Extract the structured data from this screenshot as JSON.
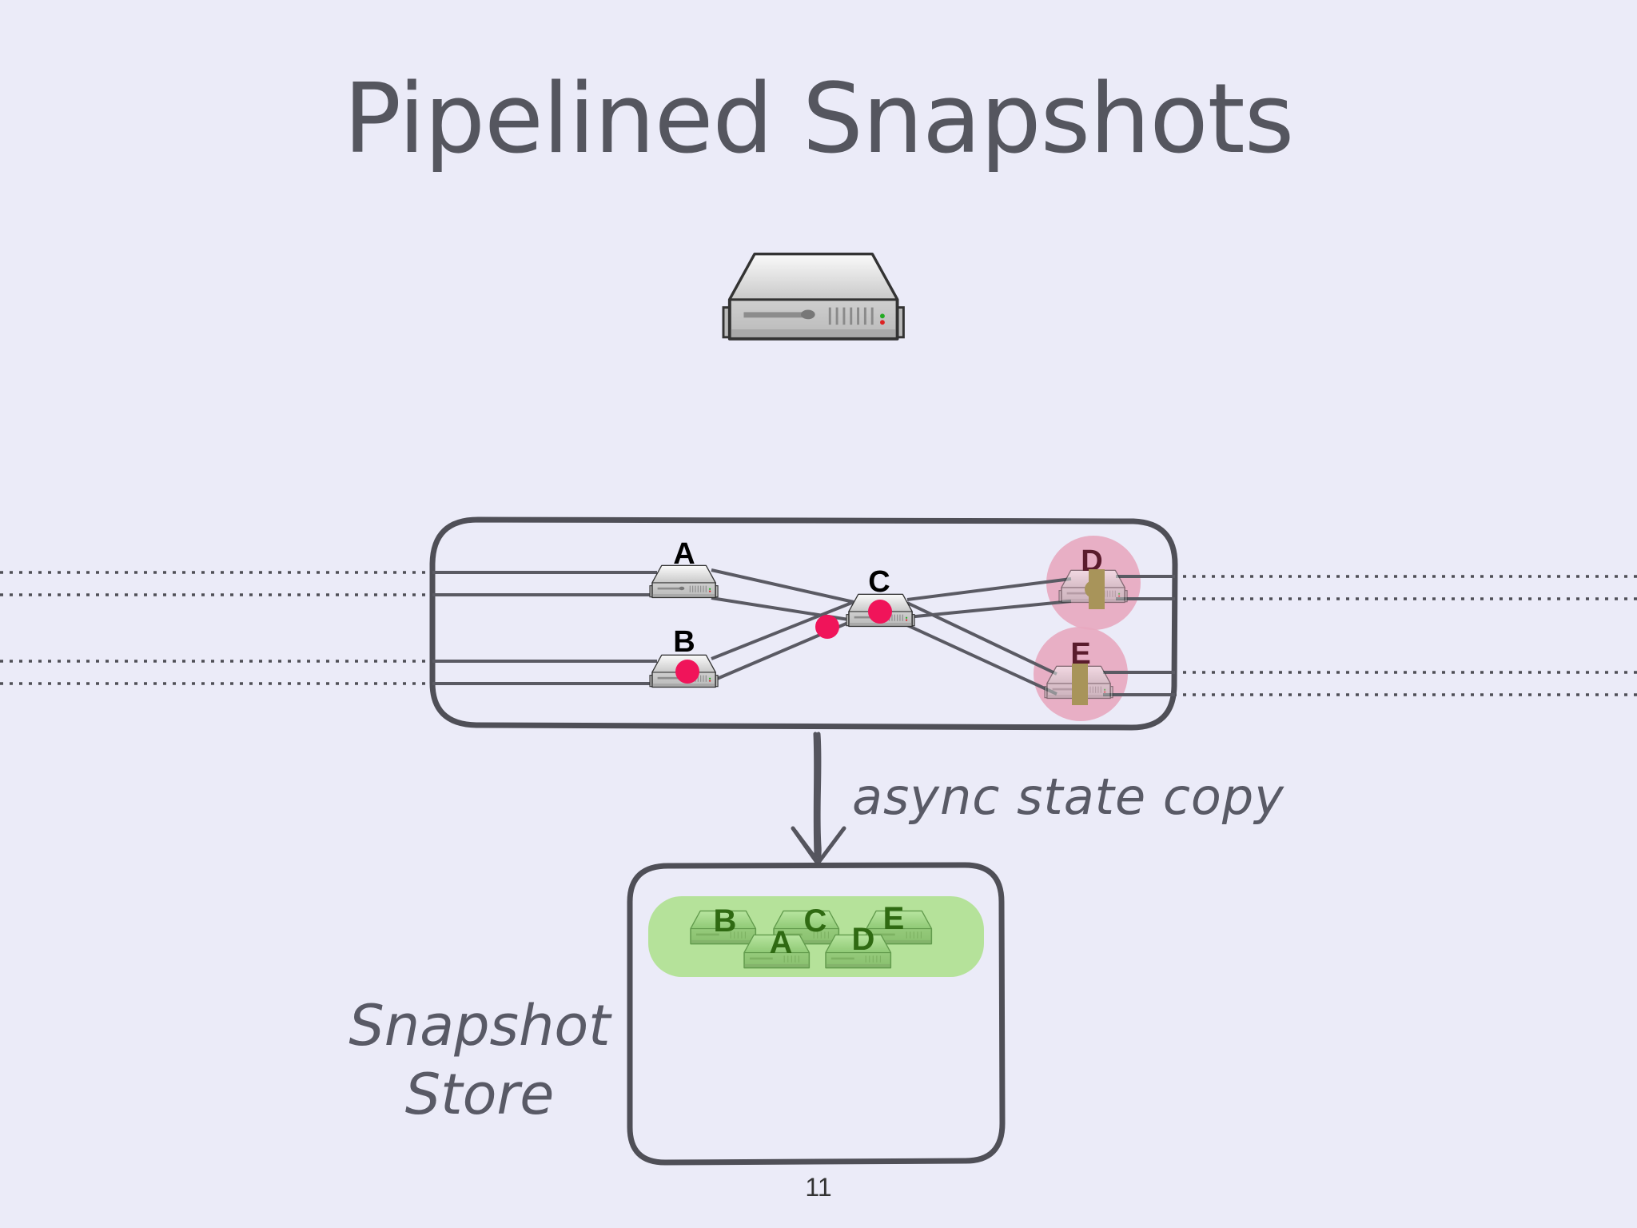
{
  "slide": {
    "title": "Pipelined Snapshots",
    "page_number": "11"
  },
  "labels": {
    "async_copy": "async state copy",
    "snapshot_store_line1": "Snapshot",
    "snapshot_store_line2": "Store"
  },
  "operators": [
    {
      "id": "A",
      "label": "A"
    },
    {
      "id": "B",
      "label": "B"
    },
    {
      "id": "C",
      "label": "C"
    },
    {
      "id": "D",
      "label": "D"
    },
    {
      "id": "E",
      "label": "E"
    }
  ],
  "snapshots": [
    {
      "id": "B",
      "label": "B"
    },
    {
      "id": "A",
      "label": "A"
    },
    {
      "id": "C",
      "label": "C"
    },
    {
      "id": "D",
      "label": "D"
    },
    {
      "id": "E",
      "label": "E"
    }
  ],
  "colors": {
    "background": "#ebebf8",
    "outline": "#4f4f57",
    "barrier_marker": "#f0145a",
    "aligning_halo": "#e8a9bf",
    "snapshot_band": "#b5e29a",
    "snapshot_text": "#2f6a12"
  },
  "icons": {
    "coordinator": "server-icon",
    "operator": "server-icon"
  }
}
